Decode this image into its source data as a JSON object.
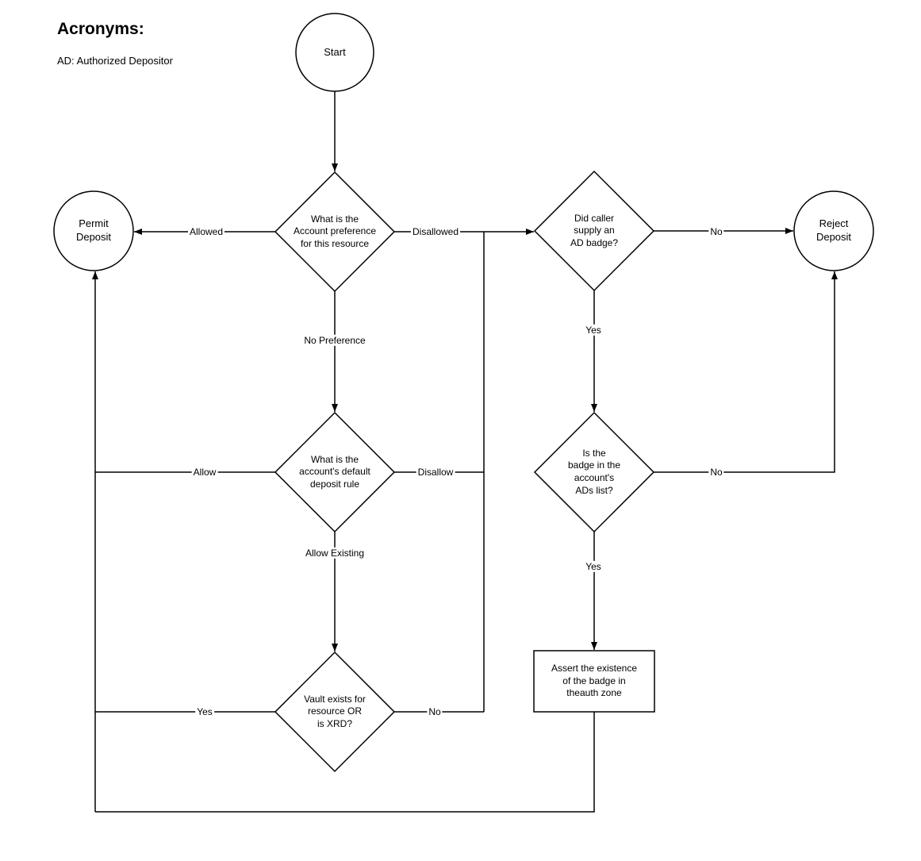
{
  "acronyms": {
    "title": "Acronyms:",
    "definition": "AD: Authorized Depositor"
  },
  "colors": {
    "permit_fill": "#d5e8d4",
    "permit_stroke": "#82b366",
    "reject_fill": "#f8cecc",
    "reject_stroke": "#b85450"
  },
  "nodes": {
    "start": "Start",
    "account_preference": "What is the\nAccount preference\nfor this resource",
    "permit_deposit": "Permit\nDeposit",
    "ad_badge": "Did caller\nsupply an\nAD badge?",
    "reject_deposit": "Reject\nDeposit",
    "default_rule": "What is the\naccount's default\ndeposit rule",
    "ads_list": "Is the\nbadge in the\naccount's\nADs list?",
    "vault_exists": "Vault exists for\nresource OR\nis XRD?",
    "assert_badge": "Assert the existence\nof the badge in\ntheauth zone"
  },
  "edge_labels": {
    "allowed": "Allowed",
    "disallowed": "Disallowed",
    "no_preference": "No Preference",
    "badge_no": "No",
    "badge_yes": "Yes",
    "ads_no": "No",
    "ads_yes": "Yes",
    "allow": "Allow",
    "disallow": "Disallow",
    "allow_existing": "Allow Existing",
    "vault_yes": "Yes",
    "vault_no": "No"
  }
}
